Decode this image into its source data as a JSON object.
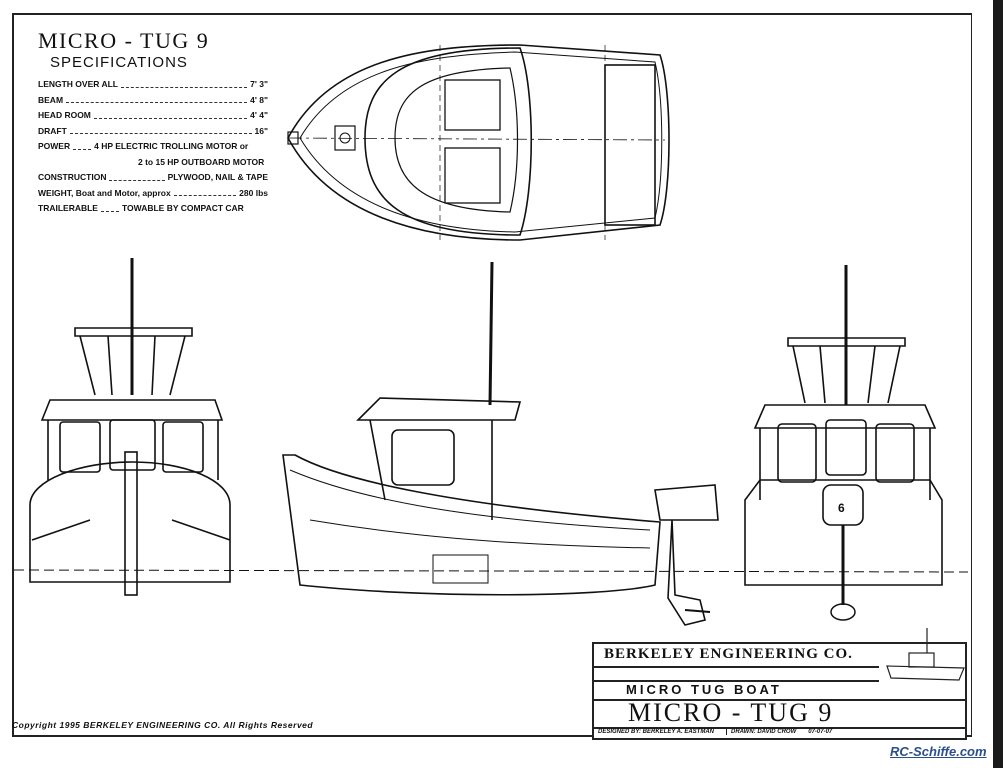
{
  "specs": {
    "title": "MICRO - TUG 9",
    "subtitle": "SPECIFICATIONS",
    "items": [
      {
        "label": "LENGTH OVER ALL",
        "value": "7' 3\""
      },
      {
        "label": "BEAM",
        "value": "4' 8\""
      },
      {
        "label": "HEAD ROOM",
        "value": "4' 4\""
      },
      {
        "label": "DRAFT",
        "value": "16\""
      },
      {
        "label": "POWER",
        "value": "4 HP ELECTRIC TROLLING MOTOR or"
      },
      {
        "label": "",
        "value": "2 to 15 HP OUTBOARD MOTOR"
      },
      {
        "label": "CONSTRUCTION",
        "value": "PLYWOOD, NAIL & TAPE"
      },
      {
        "label": "WEIGHT, Boat and Motor, approx",
        "value": "280 lbs"
      },
      {
        "label": "TRAILERABLE",
        "value": "TOWABLE BY COMPACT CAR"
      }
    ]
  },
  "title_block": {
    "company": "BERKELEY ENGINEERING CO.",
    "subtitle": "MICRO TUG BOAT",
    "name": "MICRO - TUG 9",
    "designed_by": "DESIGNED BY:  BERKELEY A. EASTMAN",
    "drawn": "DRAWN:  DAVID CROW",
    "date": "07-07-07"
  },
  "sail_number": "6",
  "copyright": "Copyright 1995   BERKELEY ENGINEERING CO.     All Rights Reserved",
  "watermark": "RC-Schiffe.com"
}
